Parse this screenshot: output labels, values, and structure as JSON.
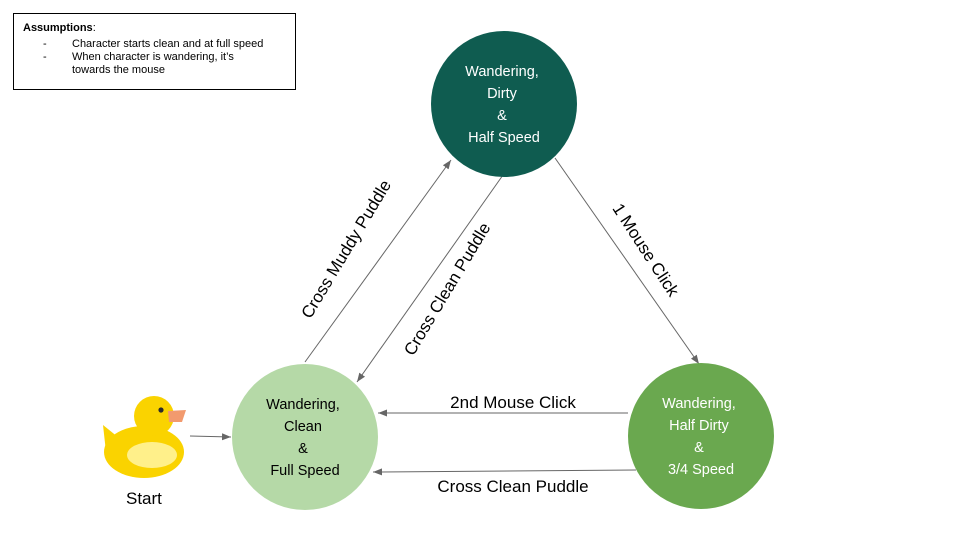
{
  "assumptions": {
    "title": "Assumptions",
    "title_suffix": ":",
    "items": [
      {
        "bullet": "-",
        "lines": [
          "Character starts clean and at full speed"
        ]
      },
      {
        "bullet": "-",
        "lines": [
          "When character is wandering, it’s",
          "towards the mouse"
        ]
      }
    ]
  },
  "start": {
    "label": "Start",
    "icon": "rubber-duck-icon"
  },
  "states": {
    "dirty": {
      "lines": [
        "Wandering,",
        "Dirty",
        "&",
        "Half Speed"
      ],
      "fill": "#0f5c50",
      "text_color": "#ffffff"
    },
    "clean": {
      "lines": [
        "Wandering,",
        "Clean",
        "&",
        "Full Speed"
      ],
      "fill": "#b5d9a7",
      "text_color": "#000000"
    },
    "half_dirty": {
      "lines": [
        "Wandering,",
        "Half Dirty",
        "&",
        "3/4 Speed"
      ],
      "fill": "#6aa84f",
      "text_color": "#ffffff"
    }
  },
  "transitions": {
    "cross_muddy_puddle": "Cross Muddy Puddle",
    "cross_clean_puddle_from_dirty": "Cross Clean Puddle",
    "one_mouse_click": "1 Mouse Click",
    "second_mouse_click": "2nd Mouse Click",
    "cross_clean_puddle_from_half_dirty": "Cross Clean Puddle"
  },
  "colors": {
    "arrow": "#666666",
    "duck_body": "#fad300",
    "duck_belly": "#fff08a",
    "duck_beak": "#f29a6e"
  }
}
